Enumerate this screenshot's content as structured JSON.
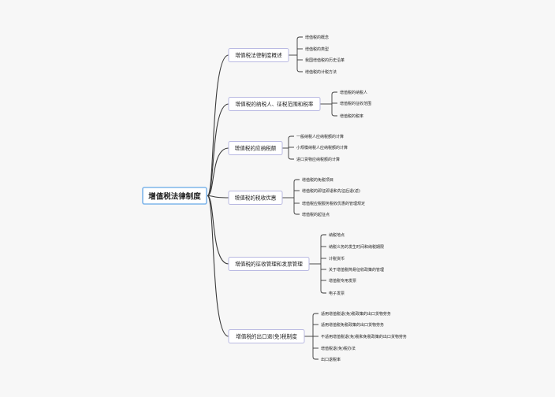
{
  "root": {
    "label": "增值税法律制度"
  },
  "colors": {
    "line": "#3a3a3a",
    "root_fill": "#ffffff",
    "root_border": "#7fb5ea",
    "branch_fill": "#ffffff",
    "branch_border": "#b9b9e2",
    "text": "#222222",
    "background": "#f7f7f7"
  },
  "branches": [
    {
      "label": "增值税法律制度概述",
      "children": [
        "增值税的概念",
        "增值税的类型",
        "我国增值税的历史沿革",
        "增值税的计税方法"
      ]
    },
    {
      "label": "增值税的纳税人、征税范围和税率",
      "children": [
        "增值税的纳税人",
        "增值税的征收范围",
        "增值税的税率"
      ]
    },
    {
      "label": "增值税的应纳税额",
      "children": [
        "一般纳税人应纳税额的计算",
        "小规模纳税人应纳税额的计算",
        "进口货物应纳税额的计算"
      ]
    },
    {
      "label": "增值税的税收优惠",
      "children": [
        "增值税的免税项目",
        "增值税的即征即退和先征后退(返)",
        "增值税应税服务税收优惠的管理规定",
        "增值税的起征点"
      ]
    },
    {
      "label": "增值税的征收管理和发票管理",
      "children": [
        "纳税地点",
        "纳税义务的发生时间和纳税期限",
        "计税货币",
        "关于增值税简易征收政策的管理",
        "增值税专用发票",
        "电子发票"
      ]
    },
    {
      "label": "增值税的出口退(免)税制度",
      "children": [
        "适用增值税退(免)税政策的出口货物劳务",
        "适用增值税免税政策的出口货物劳务",
        "不适用增值税退(免)税和免税政策的出口货物劳务",
        "增值税退(免)税办法",
        "出口退税率"
      ]
    }
  ]
}
